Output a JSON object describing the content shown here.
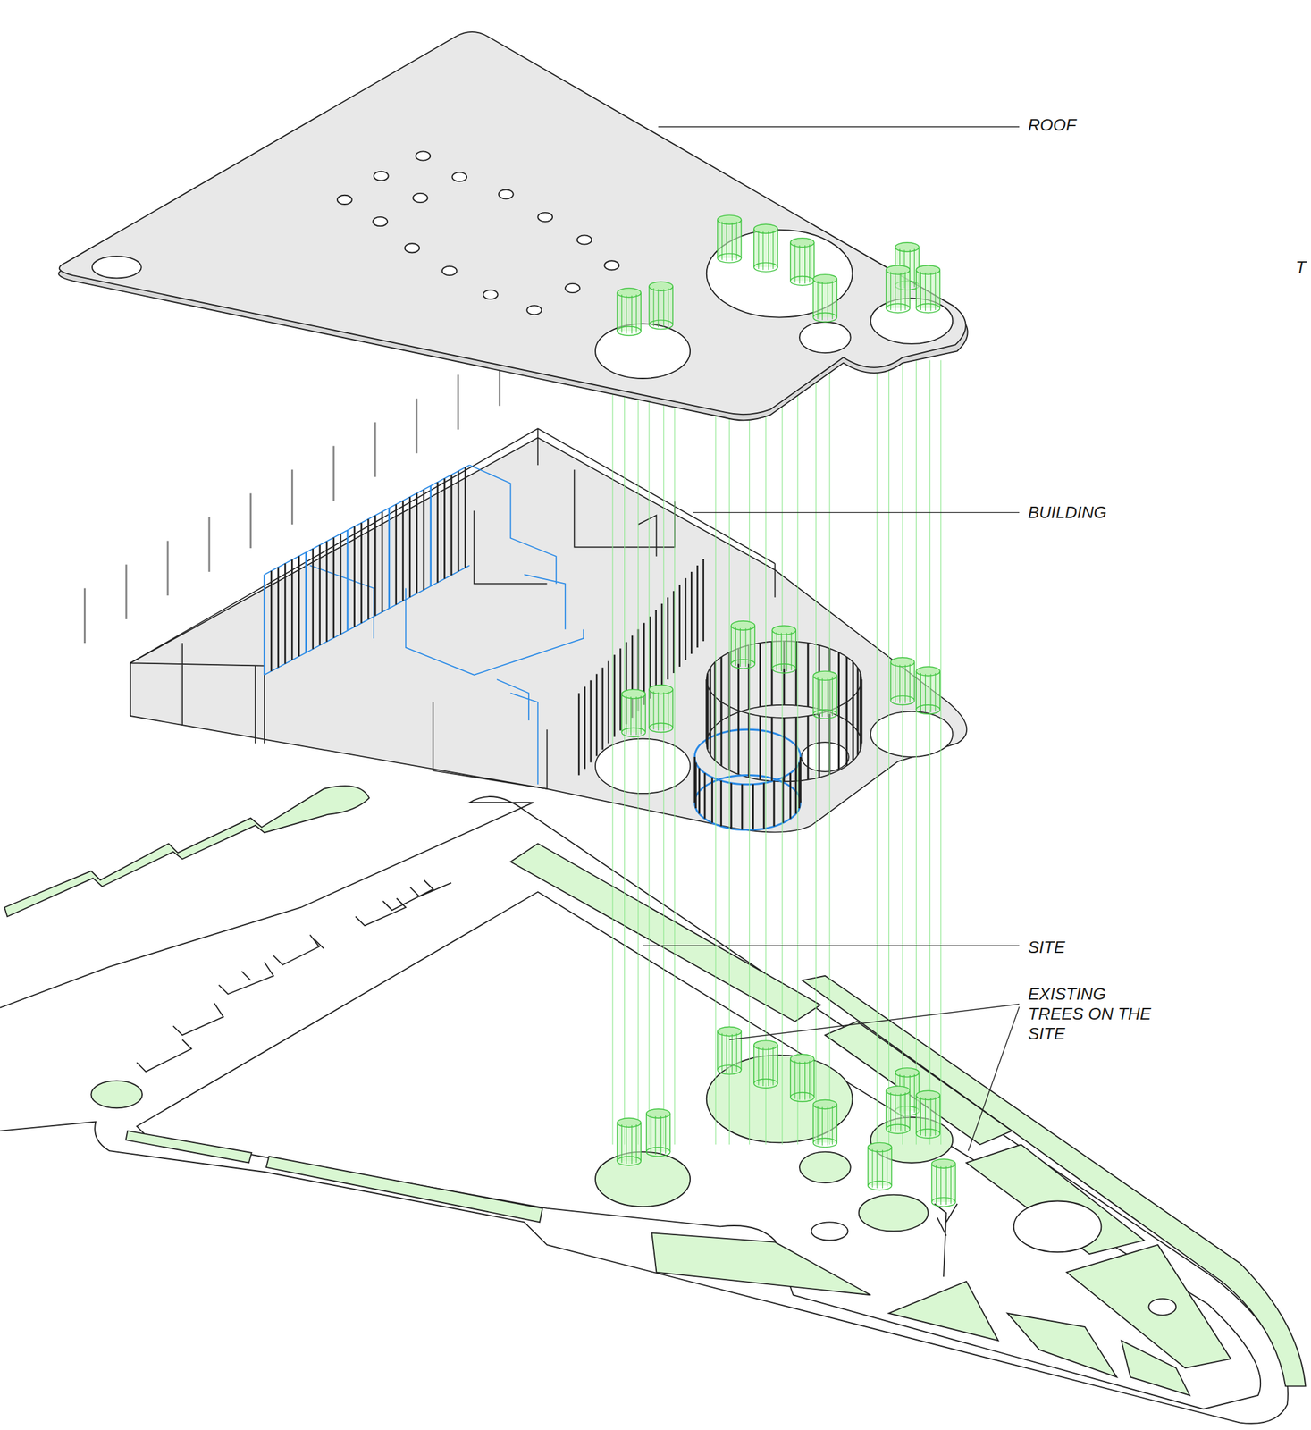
{
  "diagram": {
    "labels": [
      "ROOF",
      "BUILDING",
      "SITE",
      "EXISTING TREES ON THE SITE",
      "T"
    ]
  }
}
